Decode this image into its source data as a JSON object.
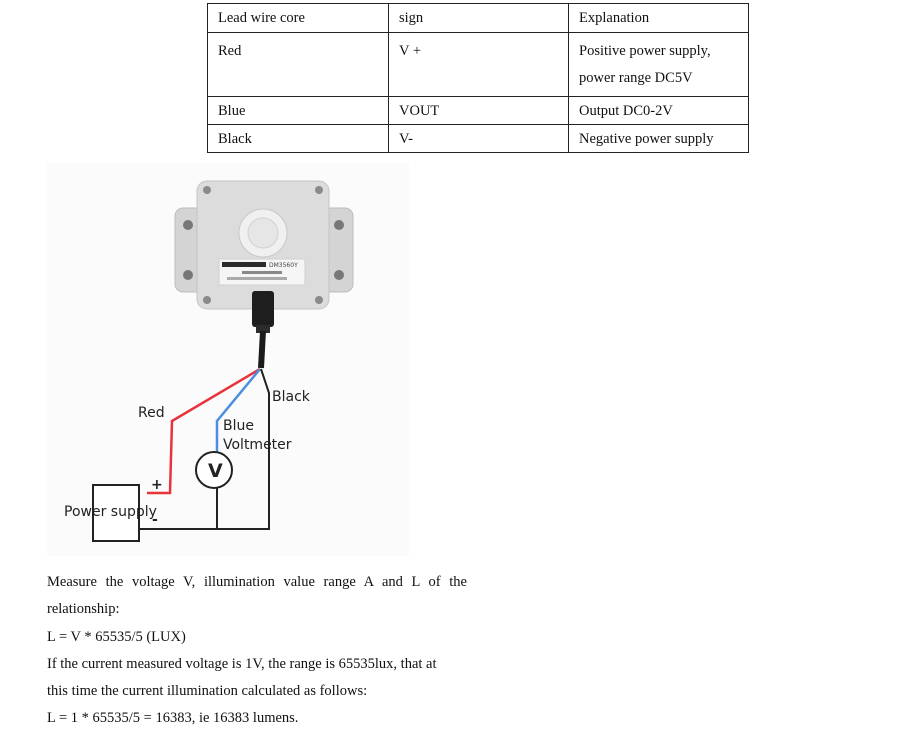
{
  "table": {
    "header": [
      "Lead wire core",
      "sign",
      "Explanation"
    ],
    "rows": [
      {
        "core": "Red",
        "sign": "V +",
        "explanation_lines": [
          "Positive power supply,",
          "power range DC5V"
        ]
      },
      {
        "core": "Blue",
        "sign": "VOUT",
        "explanation_lines": [
          "Output DC0-2V"
        ]
      },
      {
        "core": "Black",
        "sign": "V-",
        "explanation_lines": [
          "Negative power supply"
        ]
      }
    ]
  },
  "diagram": {
    "labels": {
      "red": "Red",
      "blue": "Blue",
      "black": "Black",
      "voltmeter": "Voltmeter",
      "voltmeter_symbol": "V",
      "power_supply": "Power supply",
      "plus": "+",
      "minus": "-"
    },
    "device_label_text": "DM3560Y",
    "colors": {
      "red_wire": "#e8333b",
      "blue_wire": "#4a8fe0",
      "black_wire": "#222222",
      "housing": "#dcdcdc"
    }
  },
  "text": {
    "line1": "Measure the voltage V, illumination value range A and L of the",
    "line2": "relationship:",
    "line3": "L = V * 65535/5 (LUX)",
    "line4": "If the current measured voltage is 1V, the range is 65535lux, that at",
    "line5": "this time the current illumination calculated as follows:",
    "line6": "L = 1 * 65535/5 = 16383, ie 16383 lumens."
  }
}
